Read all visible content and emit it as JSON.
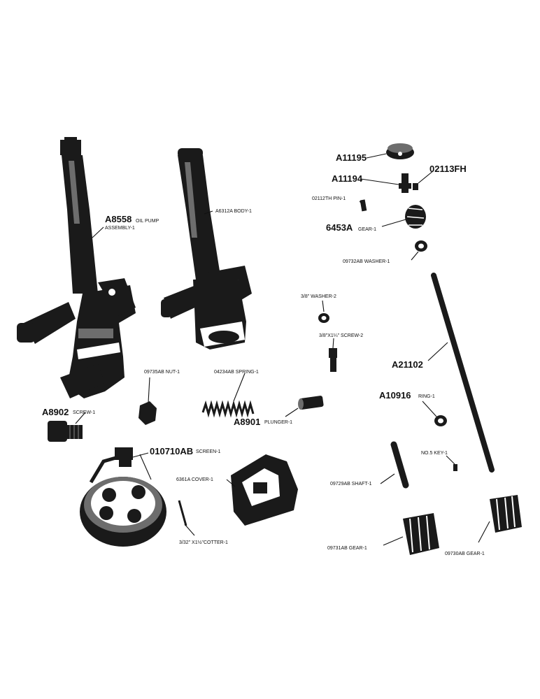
{
  "parts": [
    {
      "id": "A11195",
      "desc": ""
    },
    {
      "id": "A11194",
      "desc": ""
    },
    {
      "id": "02113FH",
      "desc": ""
    },
    {
      "id": "02112TH",
      "desc": "PIN-1"
    },
    {
      "id": "6453A",
      "desc": "GEAR-1"
    },
    {
      "id": "09732AB",
      "desc": "WASHER-1"
    },
    {
      "id": "A8558",
      "desc": "OIL PUMP",
      "desc2": "ASSEMBLY-1"
    },
    {
      "id": "A6312A",
      "desc": "BODY-1"
    },
    {
      "id": "3/8\" WASHER-2",
      "desc": ""
    },
    {
      "id": "3/8\"X1¼\" SCREW-2",
      "desc": ""
    },
    {
      "id": "A21102",
      "desc": ""
    },
    {
      "id": "09735AB",
      "desc": "NUT-1"
    },
    {
      "id": "04234AB",
      "desc": "SPRING-1"
    },
    {
      "id": "A8902",
      "desc": "SCREW-1"
    },
    {
      "id": "A8901",
      "desc": "PLUNGER-1"
    },
    {
      "id": "A10916",
      "desc": "RING-1"
    },
    {
      "id": "010710AB",
      "desc": "SCREEN-1"
    },
    {
      "id": "NO.5",
      "desc": "KEY-1"
    },
    {
      "id": "6361A",
      "desc": "COVER-1"
    },
    {
      "id": "09729AB",
      "desc": "SHAFT-1"
    },
    {
      "id": "3/32\" X1½\"COTTER-1",
      "desc": ""
    },
    {
      "id": "09731AB",
      "desc": "GEAR-1"
    },
    {
      "id": "09730AB",
      "desc": "GEAR-1"
    }
  ]
}
